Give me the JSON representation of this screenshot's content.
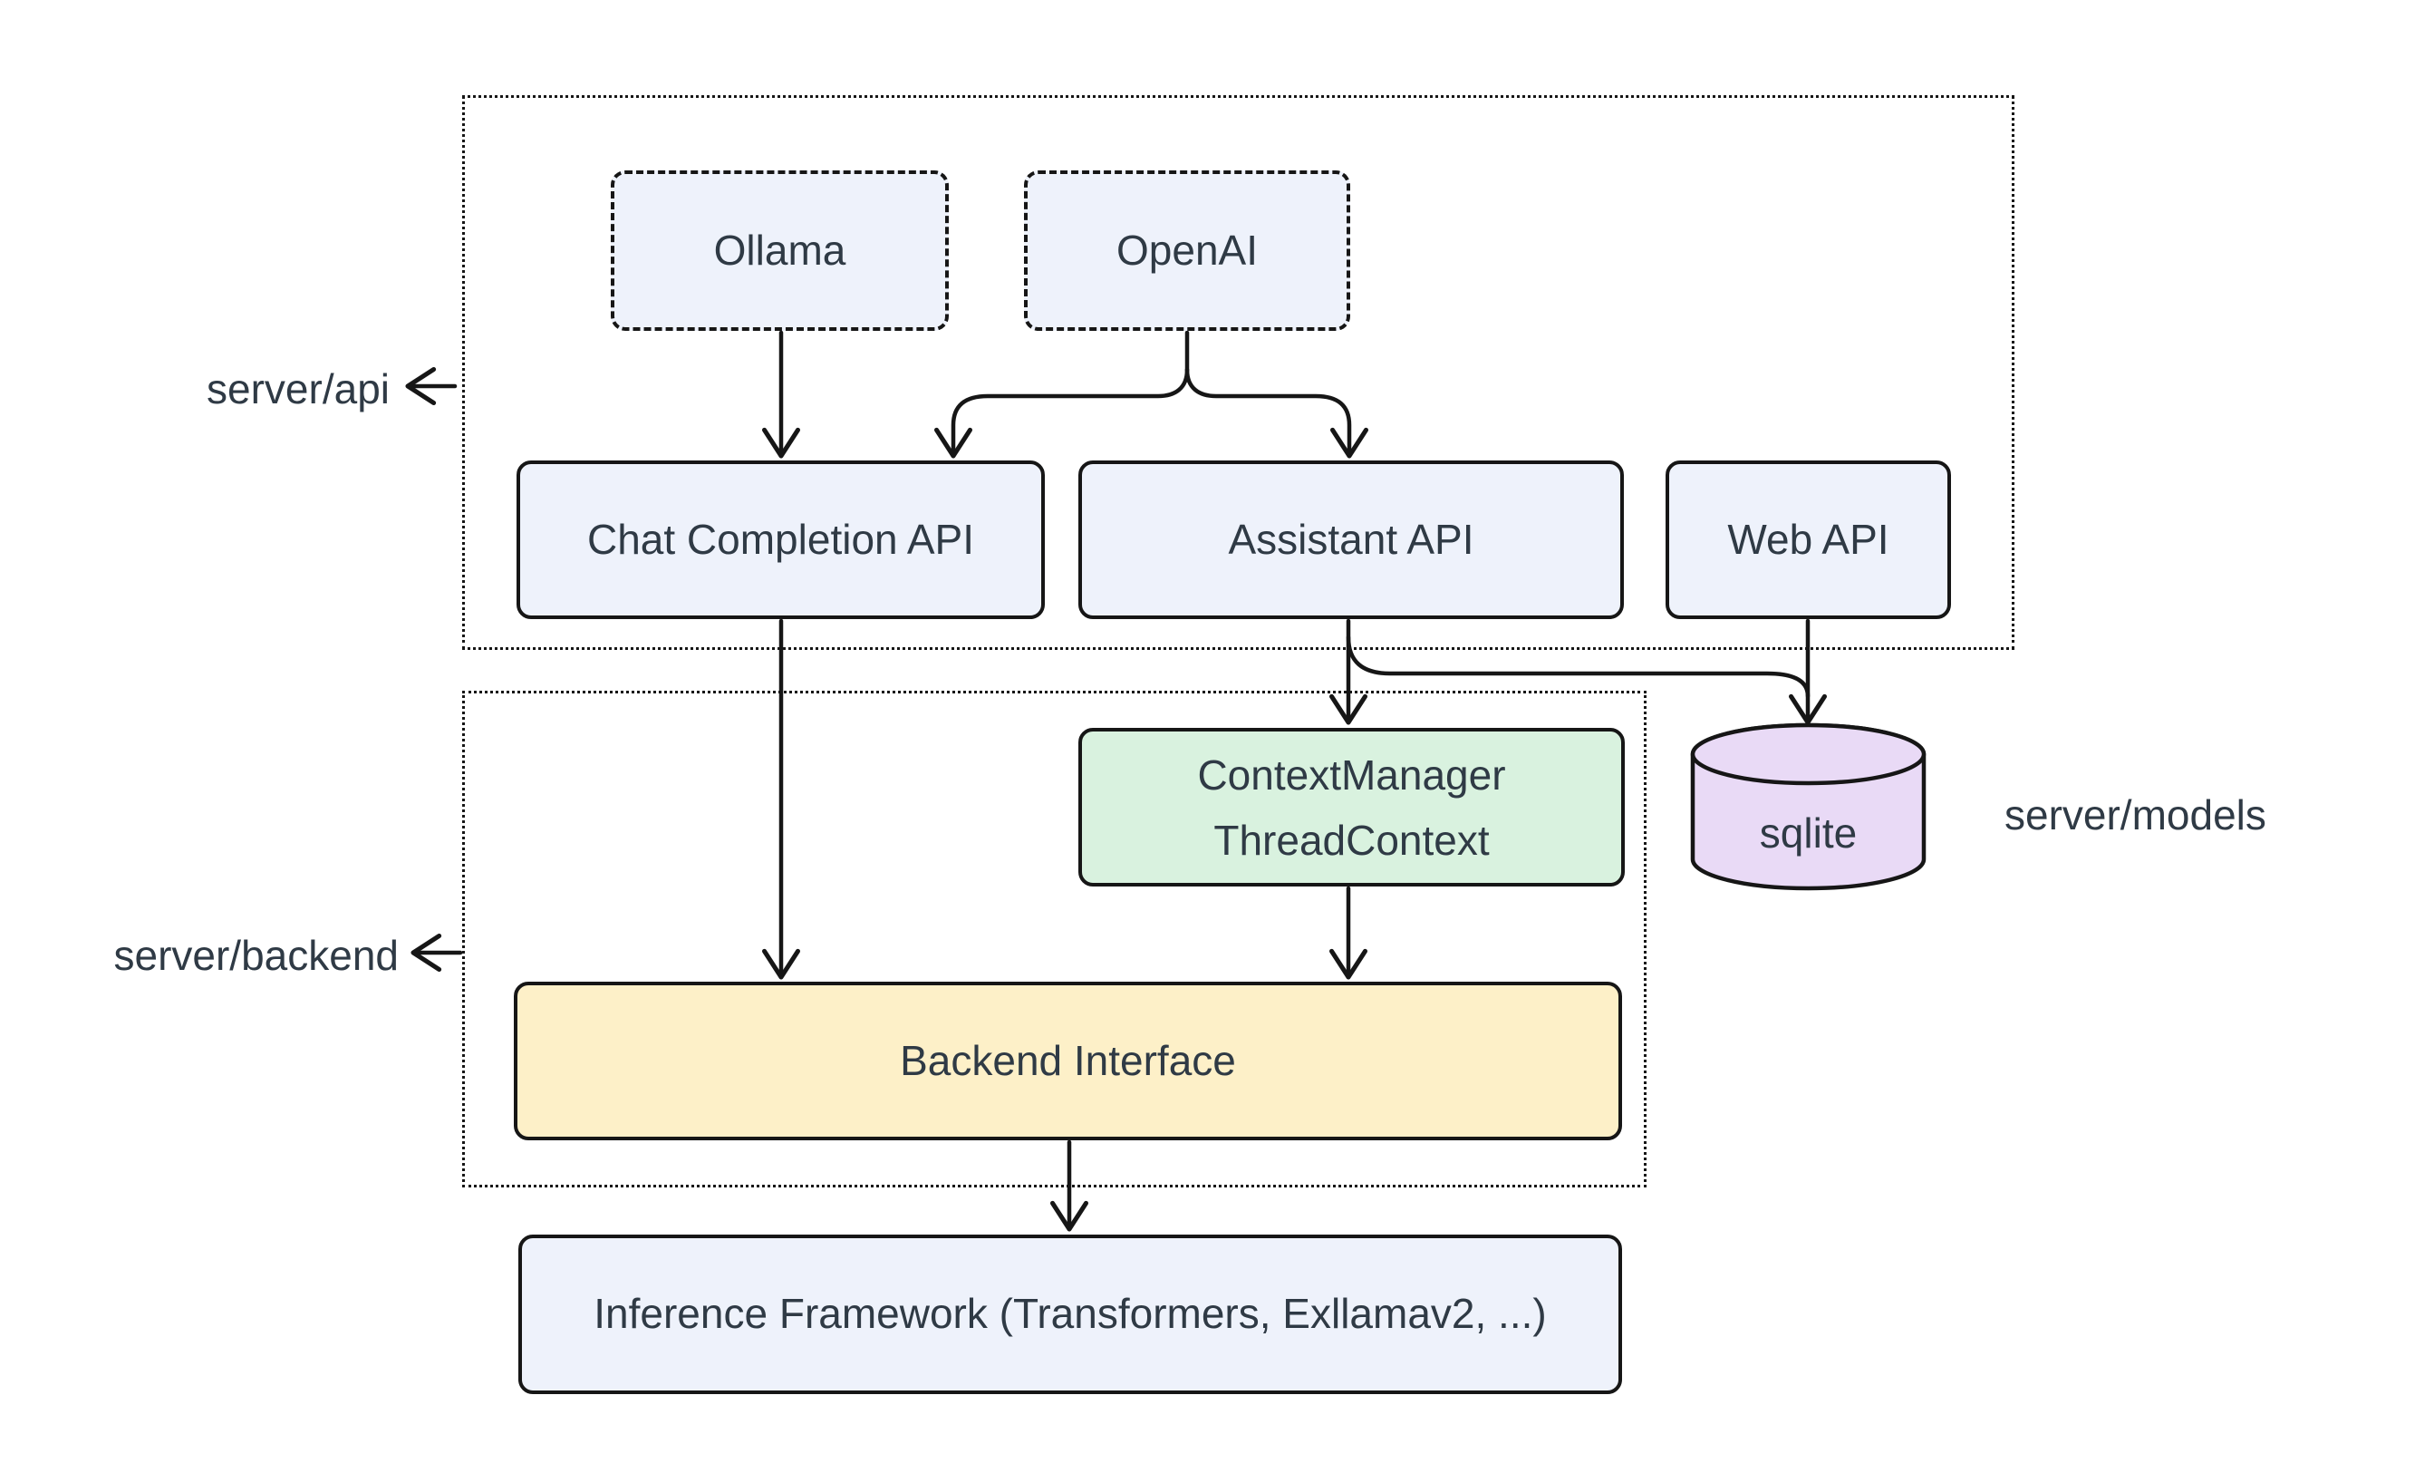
{
  "diagram_type": "architecture-flowchart",
  "groups": {
    "server_api": {
      "label": "server/api"
    },
    "server_backend": {
      "label": "server/backend"
    },
    "server_models": {
      "label": "server/models"
    }
  },
  "nodes": {
    "ollama": {
      "label": "Ollama"
    },
    "openai": {
      "label": "OpenAI"
    },
    "chat_completion_api": {
      "label": "Chat Completion API"
    },
    "assistant_api": {
      "label": "Assistant API"
    },
    "web_api": {
      "label": "Web API"
    },
    "context_manager": {
      "line1": "ContextManager",
      "line2": "ThreadContext"
    },
    "backend_interface": {
      "label": "Backend Interface"
    },
    "inference_framework": {
      "label": "Inference Framework (Transformers, Exllamav2, ...)"
    },
    "sqlite": {
      "label": "sqlite"
    }
  },
  "edges": [
    {
      "from": "Ollama",
      "to": "Chat Completion API"
    },
    {
      "from": "OpenAI",
      "to": "Chat Completion API"
    },
    {
      "from": "OpenAI",
      "to": "Assistant API"
    },
    {
      "from": "Chat Completion API",
      "to": "Backend Interface"
    },
    {
      "from": "Assistant API",
      "to": "ContextManager ThreadContext"
    },
    {
      "from": "Assistant API",
      "to": "sqlite"
    },
    {
      "from": "Web API",
      "to": "sqlite"
    },
    {
      "from": "ContextManager ThreadContext",
      "to": "Backend Interface"
    },
    {
      "from": "Backend Interface",
      "to": "Inference Framework (Transformers, Exllamav2, ...)"
    }
  ],
  "colors": {
    "ink": "#161616",
    "text": "#2f3a45",
    "node_blue": "#eef2fb",
    "node_green": "#d9f2df",
    "node_yellow": "#fdf0c8",
    "node_purple": "#e9daf6",
    "bg": "#ffffff"
  }
}
